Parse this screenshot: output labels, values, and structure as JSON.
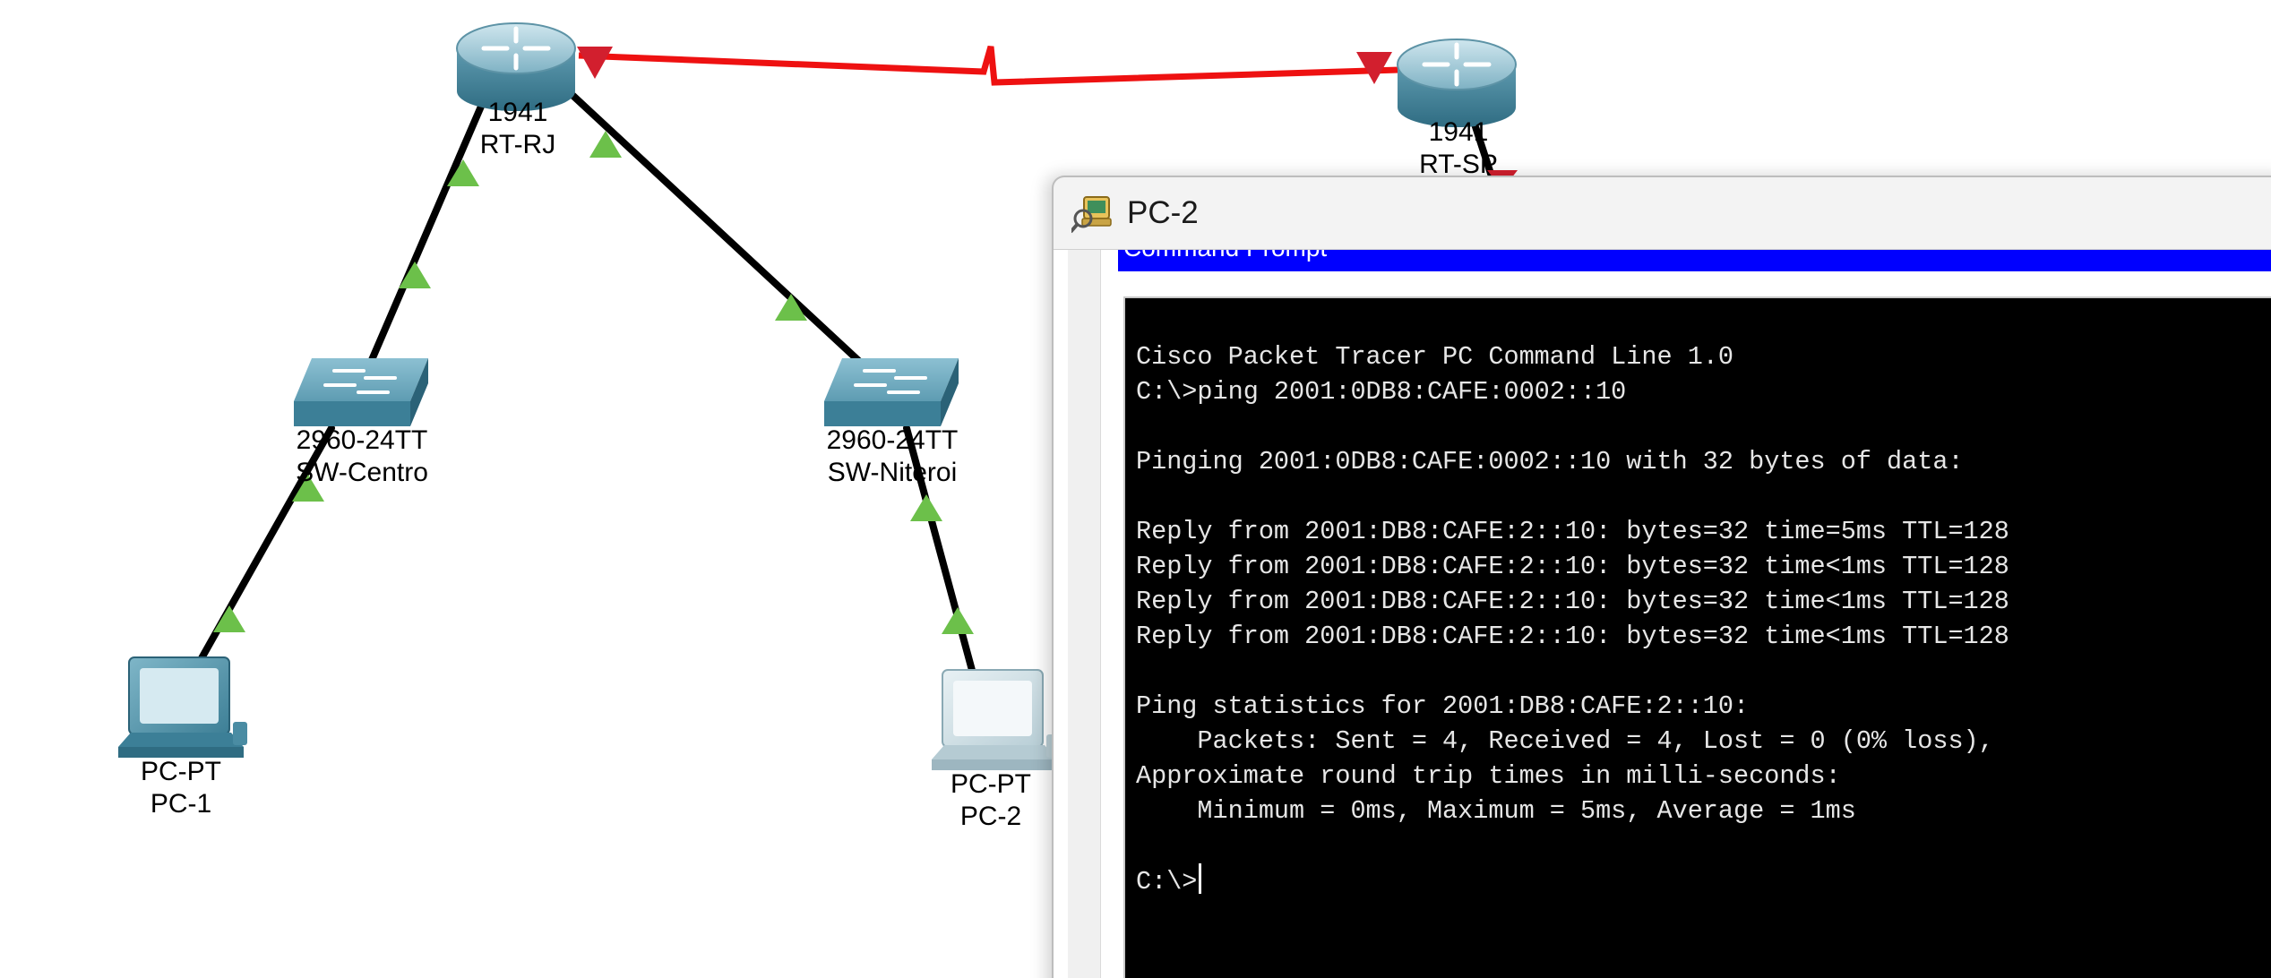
{
  "devices": {
    "rt_rj": {
      "model": "1941",
      "name": "RT-RJ"
    },
    "rt_sp": {
      "model": "1941",
      "name": "RT-SP"
    },
    "sw_centro": {
      "model": "2960-24TT",
      "name": "SW-Centro"
    },
    "sw_niteroi": {
      "model": "2960-24TT",
      "name": "SW-Niteroi"
    },
    "pc_1": {
      "model": "PC-PT",
      "name": "PC-1"
    },
    "pc_2": {
      "model": "PC-PT",
      "name": "PC-2"
    }
  },
  "link_colors": {
    "ethernet": "#000000",
    "serial": "#ee1111",
    "status_up": "#6cc04a",
    "status_down": "#d21f2e"
  },
  "window": {
    "title": "PC-2",
    "title_icon": "pc-config-icon",
    "tab_label": "Command Prompt",
    "tab_bar_color": "#0000ff",
    "console_bg": "#000000"
  },
  "console": {
    "lines": [
      "Cisco Packet Tracer PC Command Line 1.0",
      "C:\\>ping 2001:0DB8:CAFE:0002::10",
      "",
      "Pinging 2001:0DB8:CAFE:0002::10 with 32 bytes of data:",
      "",
      "Reply from 2001:DB8:CAFE:2::10: bytes=32 time=5ms TTL=128",
      "Reply from 2001:DB8:CAFE:2::10: bytes=32 time<1ms TTL=128",
      "Reply from 2001:DB8:CAFE:2::10: bytes=32 time<1ms TTL=128",
      "Reply from 2001:DB8:CAFE:2::10: bytes=32 time<1ms TTL=128",
      "",
      "Ping statistics for 2001:DB8:CAFE:2::10:",
      "    Packets: Sent = 4, Received = 4, Lost = 0 (0% loss),",
      "Approximate round trip times in milli-seconds:",
      "    Minimum = 0ms, Maximum = 5ms, Average = 1ms",
      ""
    ],
    "prompt": "C:\\>"
  }
}
